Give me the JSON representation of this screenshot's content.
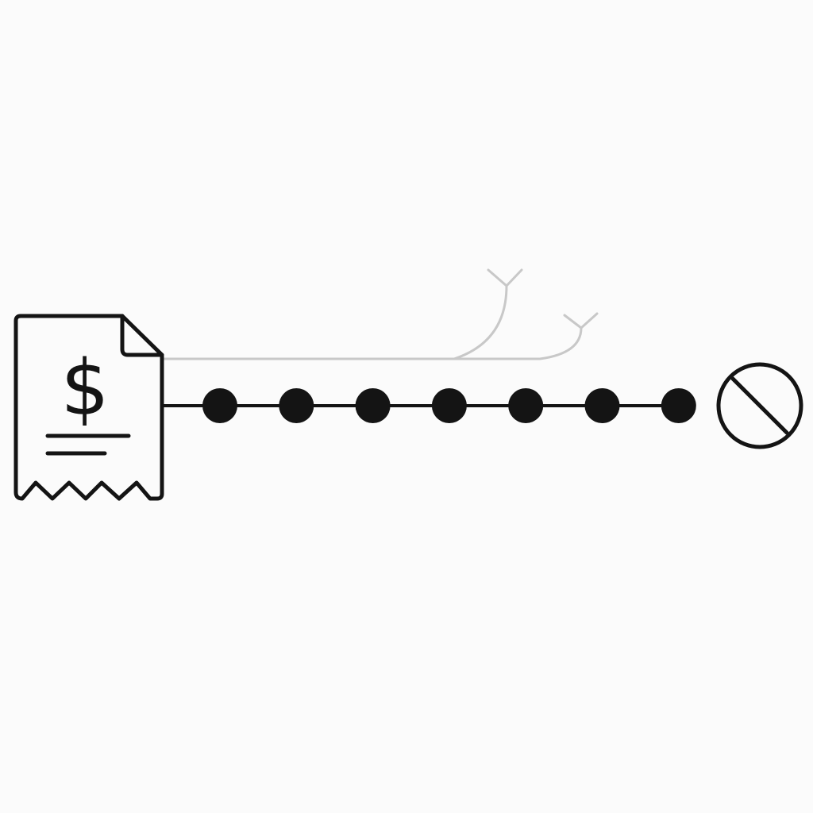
{
  "diagram": {
    "receipt": {
      "icon": "receipt-dollar-icon",
      "currency_symbol": "$"
    },
    "chain": {
      "step_count": 7
    },
    "branches": {
      "count": 2,
      "style": "faded"
    },
    "end": {
      "icon": "prohibited-icon"
    },
    "colors": {
      "background": "#fbfbfb",
      "ink": "#141414",
      "faded": "#c8c8c8"
    }
  }
}
